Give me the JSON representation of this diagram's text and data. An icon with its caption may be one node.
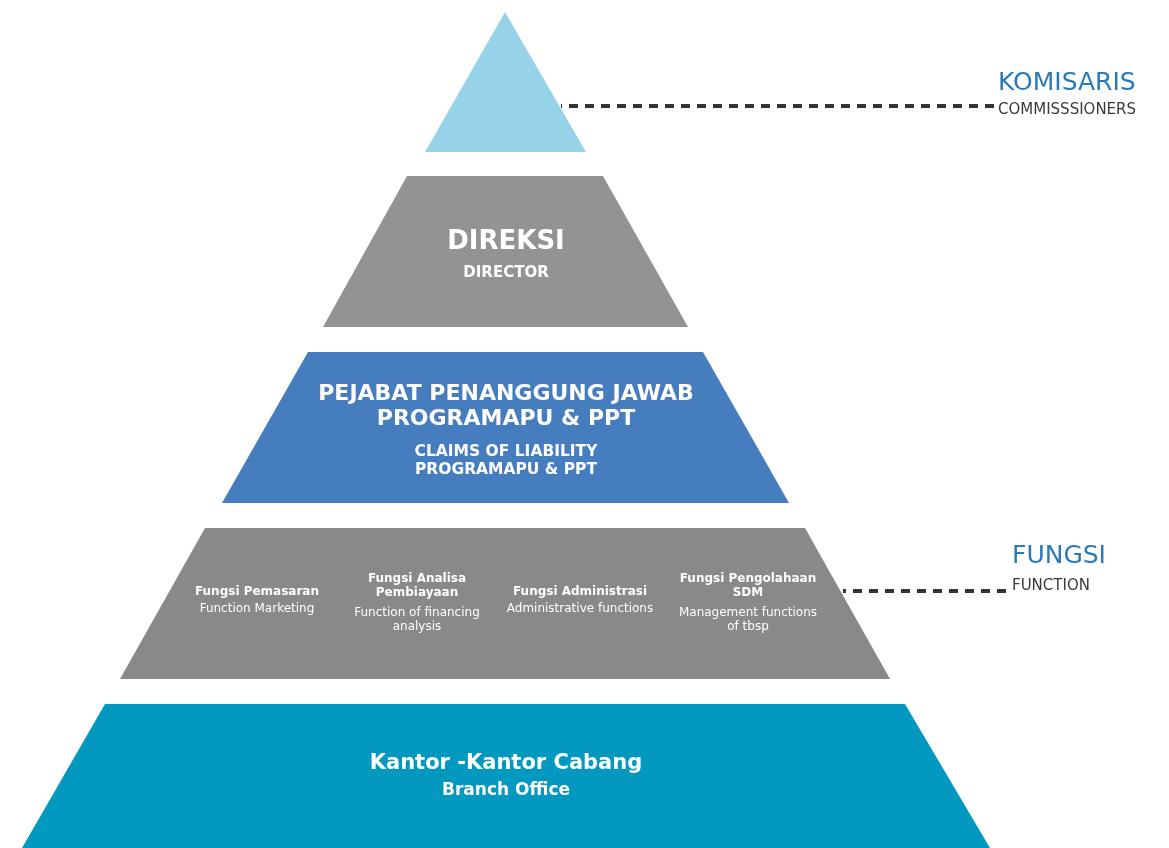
{
  "diagram": {
    "nodes": [
      {
        "text": [],
        "shape": "triangle"
      },
      {
        "text": [
          "KOMISARIS",
          "COMMISSSIONERS"
        ]
      },
      {
        "text": [
          "DIREKSI",
          "DIRECTOR"
        ]
      },
      {
        "text": [
          "PEJABAT PENANGGUNG JAWAB PROGRAMAPU & PPT",
          "CLAIMS OF LIABILITY PROGRAMAPU & PPT"
        ]
      },
      {
        "text": [
          "Fungsi Pemasaran",
          "Function Marketing",
          "Fungsi Analisa Pembiayaan",
          "Function of financing analysis",
          "Fungsi Administrasi",
          "Administrative functions",
          "Fungsi Pengolahaan SDM",
          "Management functions of tbsp"
        ]
      },
      {
        "text": [
          "FUNGSI",
          "FUNCTION"
        ]
      },
      {
        "text": [
          "Kantor -Kantor Cabang",
          "Branch Office"
        ]
      }
    ],
    "edges": [
      {
        "from": 1,
        "to": 0,
        "arrow": "none",
        "style": "dashed"
      },
      {
        "from": 5,
        "to": 4,
        "arrow": "none",
        "style": "dashed"
      }
    ]
  }
}
